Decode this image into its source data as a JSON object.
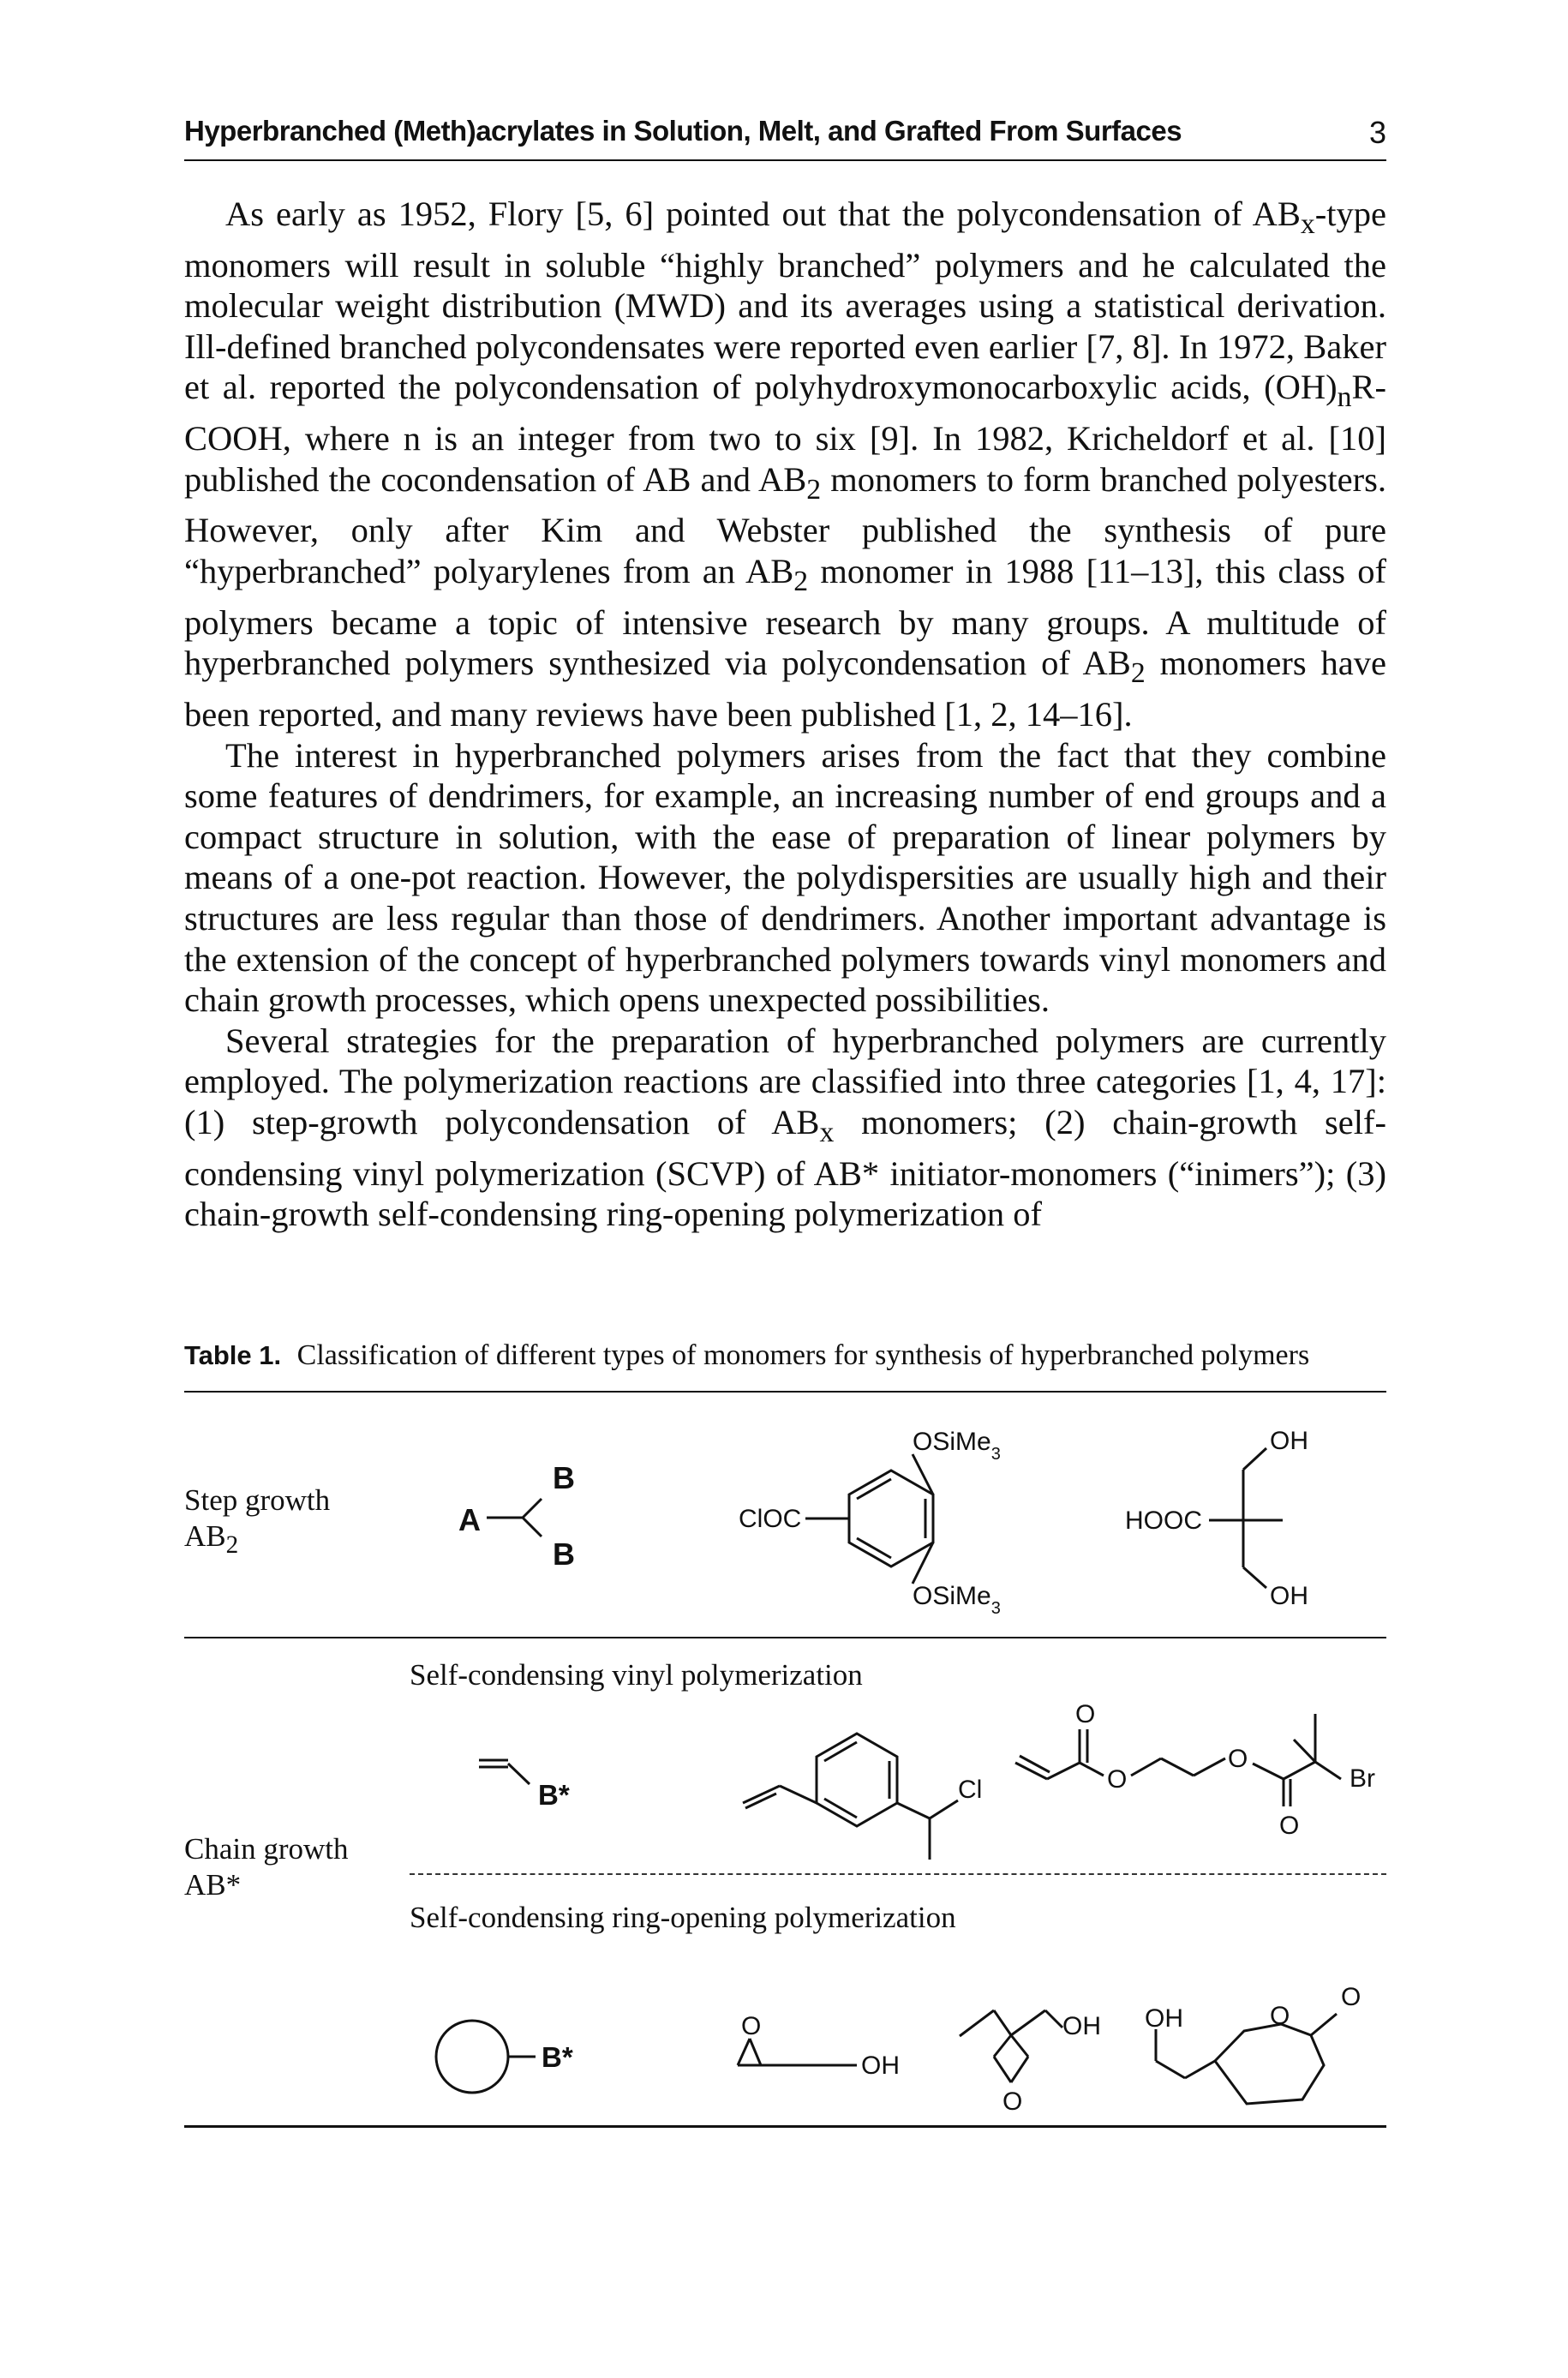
{
  "header": {
    "running_title": "Hyperbranched (Meth)acrylates in Solution, Melt, and Grafted From Surfaces",
    "page_number": "3"
  },
  "body": {
    "paragraph_1": "As early as 1952, Flory [5, 6] pointed out that the polycondensation of AB<sub>x</sub>-type monomers will result in soluble “highly branched” polymers and he calculated the molecular weight distribution (MWD) and its averages using a statistical derivation. Ill-defined branched polycondensates were reported even earlier [7, 8]. In 1972, Baker et al. reported the polycondensation of polyhydrox&shy;ymonocarboxylic acids, (OH)<sub>n</sub>R-COOH, where n is an integer from two to six [9]. In 1982, Kricheldorf et al. [10] published the cocondensation of AB and AB<sub>2</sub> monomers to form branched polyesters. However, only after Kim and Webster published the synthesis of pure “hyperbranched” polyarylenes from an AB<sub>2</sub> monomer in 1988 [11–13], this class of polymers became a topic of intensive research by many groups. A multitude of hyperbranched polymers synthesized via polycondensation of AB<sub>2</sub> monomers have been reported, and many reviews have been published [1, 2, 14–16].",
    "paragraph_2": "The interest in hyperbranched polymers arises from the fact that they com&shy;bine some features of dendrimers, for example, an increasing number of end groups and a compact structure in solution, with the ease of preparation of lin&shy;ear polymers by means of a one-pot reaction. However, the polydispersities are usually high and their structures are less regular than those of dendrimers. Another important advantage is the extension of the concept of hyperbranched polymers towards vinyl monomers and chain growth processes, which opens unexpected possibilities.",
    "paragraph_3": "Several strategies for the preparation of hyperbranched polymers are current&shy;ly employed. The polymerization reactions are classified into three categories [1, 4, 17]: (1) step-growth polycondensation of AB<sub>x</sub> monomers; (2) chain-growth self-condensing vinyl polymerization (SCVP) of AB* initiator-monomers (“inimers”); (3) chain-growth self-condensing ring-opening polymerization of"
  },
  "table": {
    "caption_label": "Table 1.",
    "caption_text": "Classification of different types of monomers for synthesis of hyperbranched polymers",
    "rows": [
      {
        "label_line1": "Step growth",
        "label_line2": "AB<sub>2</sub>",
        "structures": {
          "generic_A": "A",
          "generic_B": "B",
          "acid_chloride_group": "ClOC",
          "silyl_ether": "OSiMe<tspan baseline-shift=\"sub\" font-size=\"20\">3</tspan>",
          "hooc": "HOOC",
          "oh": "OH"
        }
      },
      {
        "label_line1": "Chain growth",
        "label_line2": "AB*",
        "scvp_title": "Self-condensing vinyl polymerization",
        "scrop_title": "Self-condensing ring-opening polymerization",
        "structures": {
          "b_star": "B*",
          "cl": "Cl",
          "o": "O",
          "br": "Br",
          "oh": "OH"
        }
      }
    ]
  }
}
